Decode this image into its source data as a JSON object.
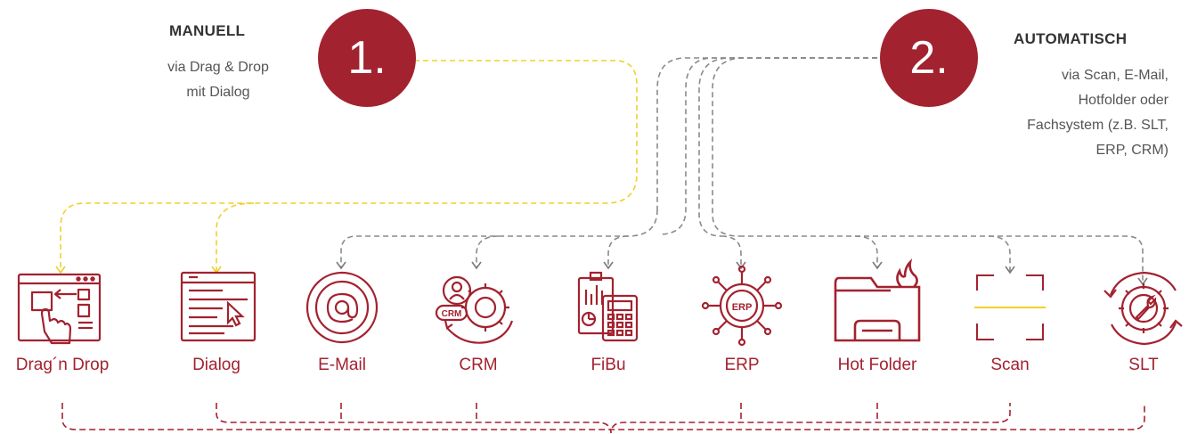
{
  "colors": {
    "accent": "#a3222f",
    "manual_line": "#f0d02a",
    "auto_line": "#8a8a8a",
    "scan_divider": "#f0d02a",
    "text": "#555555"
  },
  "manual": {
    "heading": "MANUELL",
    "description_line1": "via Drag & Drop",
    "description_line2": "mit Dialog",
    "step_number": "1."
  },
  "automatic": {
    "heading": "AUTOMATISCH",
    "description_line1": "via Scan, E-Mail,",
    "description_line2": "Hotfolder oder",
    "description_line3": "Fachsystem (z.B. SLT,",
    "description_line4": "ERP, CRM)",
    "step_number": "2."
  },
  "items": [
    {
      "label": "Drag´n Drop",
      "icon": "drag-drop-icon"
    },
    {
      "label": "Dialog",
      "icon": "dialog-window-icon"
    },
    {
      "label": "E-Mail",
      "icon": "at-sign-icon"
    },
    {
      "label": "CRM",
      "icon": "crm-gear-icon"
    },
    {
      "label": "FiBu",
      "icon": "calculator-report-icon"
    },
    {
      "label": "ERP",
      "icon": "erp-gear-icon"
    },
    {
      "label": "Hot Folder",
      "icon": "hot-folder-icon"
    },
    {
      "label": "Scan",
      "icon": "scan-frame-icon"
    },
    {
      "label": "SLT",
      "icon": "wrench-gear-cycle-icon"
    }
  ]
}
